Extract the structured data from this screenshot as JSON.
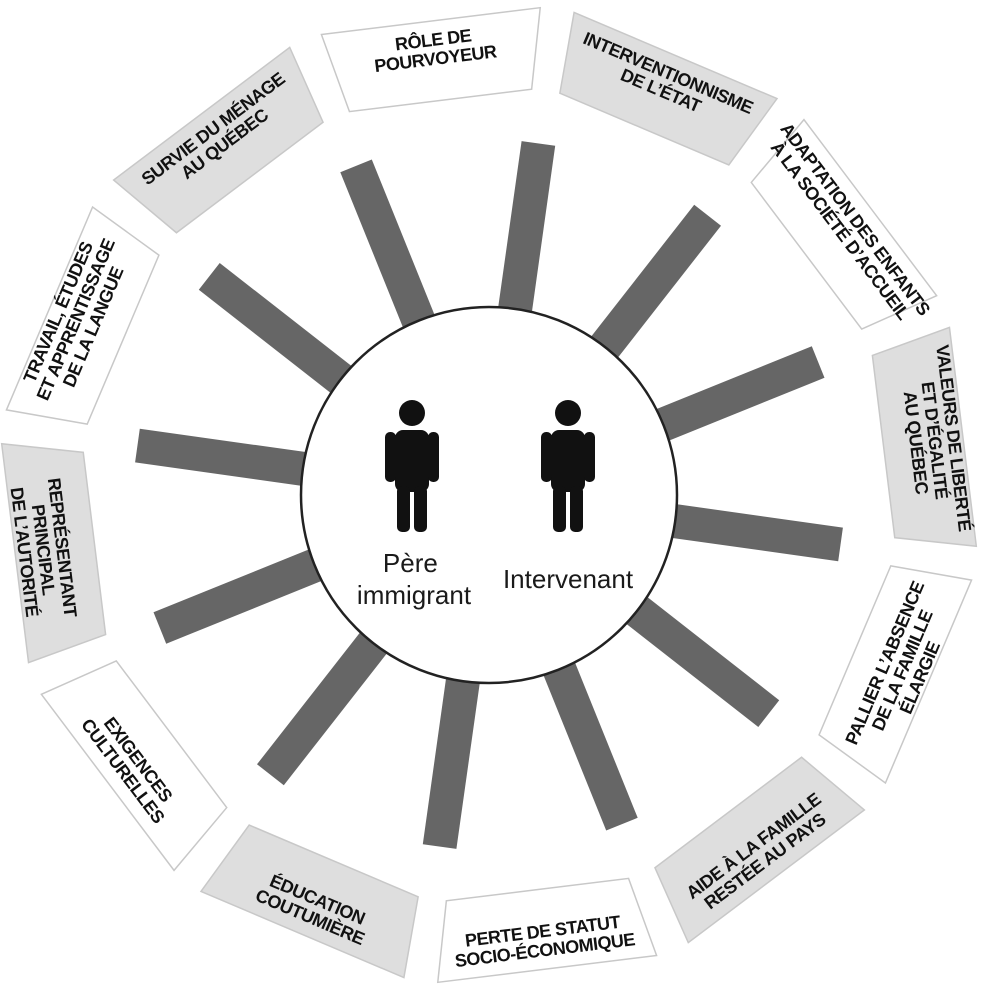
{
  "colors": {
    "background": "#ffffff",
    "panel_shaded": "#dedede",
    "panel_plain": "#ffffff",
    "panel_border": "#c8c8c8",
    "spoke": "#666666",
    "center_border": "#222222",
    "person": "#111111"
  },
  "center": {
    "persons": [
      {
        "icon": "person-icon",
        "label_lines": [
          "Père",
          "immigrant"
        ]
      },
      {
        "icon": "person-icon",
        "label_lines": [
          "Intervenant"
        ]
      }
    ]
  },
  "panels": [
    {
      "id": "role-pourvoyeur",
      "lines": [
        "RÔLE DE",
        "POURVOYEUR"
      ],
      "shaded": false
    },
    {
      "id": "interventionnisme-etat",
      "lines": [
        "INTERVENTIONNISME",
        "DE L’ÉTAT"
      ],
      "shaded": true
    },
    {
      "id": "adaptation-enfants",
      "lines": [
        "ADAPTATION DES ENFANTS",
        "À LA SOCIÉTÉ D’ACCUEIL"
      ],
      "shaded": false
    },
    {
      "id": "valeurs-liberte",
      "lines": [
        "VALEURS DE LIBERTÉ",
        "ET D’ÉGALITÉ",
        "AU QUÉBEC"
      ],
      "shaded": true
    },
    {
      "id": "pallier-absence",
      "lines": [
        "PALLIER L’ABSENCE",
        "DE LA FAMILLE",
        "ÉLARGIE"
      ],
      "shaded": false
    },
    {
      "id": "aide-famille",
      "lines": [
        "AIDE À LA FAMILLE",
        "RESTÉE AU PAYS"
      ],
      "shaded": true
    },
    {
      "id": "perte-statut",
      "lines": [
        "PERTE DE STATUT",
        "SOCIO-ÉCONOMIQUE"
      ],
      "shaded": false
    },
    {
      "id": "education-coutumiere",
      "lines": [
        "ÉDUCATION",
        "COUTUMIÈRE"
      ],
      "shaded": true
    },
    {
      "id": "exigences-culturelles",
      "lines": [
        "EXIGENCES",
        "CULTURELLES"
      ],
      "shaded": false
    },
    {
      "id": "representant-autorite",
      "lines": [
        "REPRÉSENTANT",
        "PRINCIPAL",
        "DE L’AUTORITÉ"
      ],
      "shaded": true
    },
    {
      "id": "travail-etudes",
      "lines": [
        "TRAVAIL, ÉTUDES",
        "ET APPRENTISSAGE",
        "DE LA LANGUE"
      ],
      "shaded": false
    },
    {
      "id": "survie-menage",
      "lines": [
        "SURVIE DU MÉNAGE",
        "AU QUÉBEC"
      ],
      "shaded": true
    }
  ]
}
